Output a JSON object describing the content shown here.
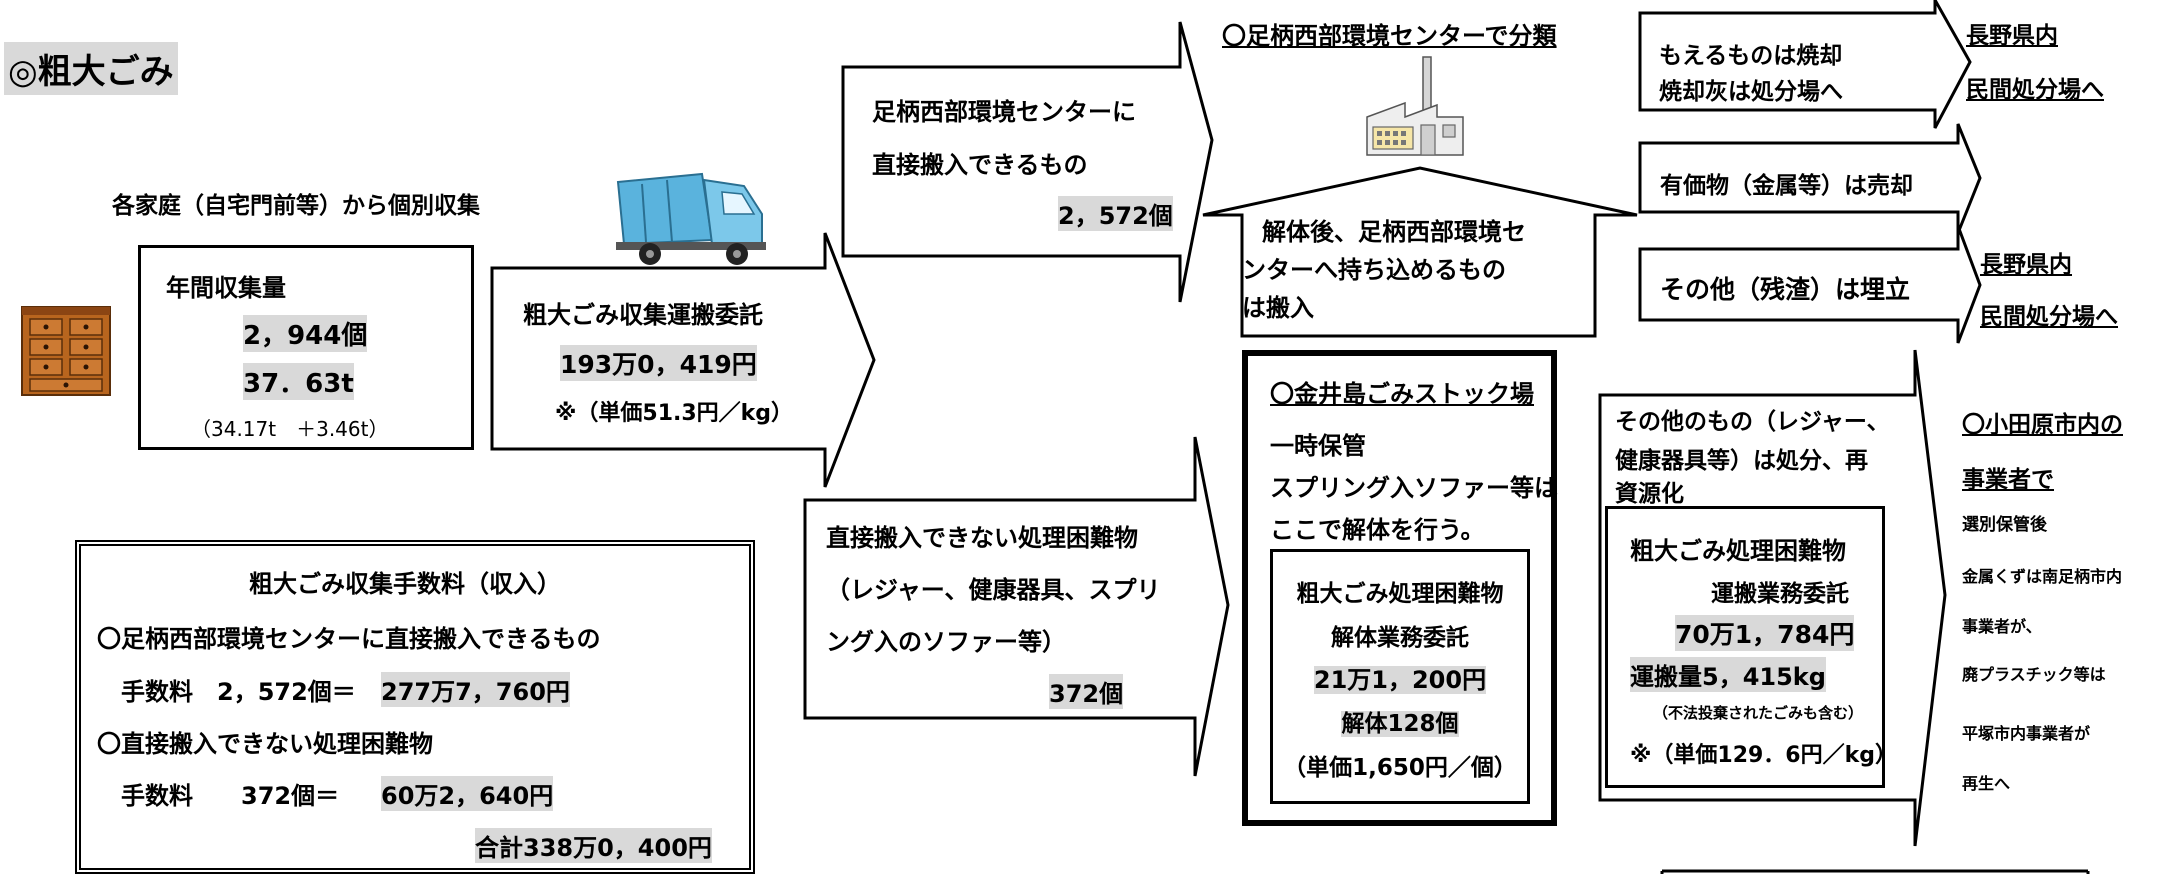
{
  "title": "◎粗大ごみ",
  "collection": {
    "heading": "各家庭（自宅門前等）から個別収集",
    "annual_label": "年間収集量",
    "annual_count": "2，944個",
    "annual_weight": "37．63t",
    "annual_breakdown": "（34.17t　＋3.46t）"
  },
  "transport": {
    "label": "粗大ごみ収集運搬委託",
    "amount": "193万0，419円",
    "unit_price": "※（単価51.3円／kg）"
  },
  "fees": {
    "title": "粗大ごみ収集手数料（収入）",
    "line1": "〇足柄西部環境センターに直接搬入できるもの",
    "line2_prefix": "手数料　2，572個＝",
    "line2_amount": "277万7，760円",
    "line3": "〇直接搬入できない処理困難物",
    "line4_prefix": "手数料　　372個＝",
    "line4_amount": "60万2，640円",
    "total": "合計338万0，400円"
  },
  "direct": {
    "line1": "足柄西部環境センターに",
    "line2": "直接搬入できるもの",
    "count": "2，572個"
  },
  "difficult": {
    "line1": "直接搬入できない処理困難物",
    "line2": "（レジャー、健康器具、スプリ",
    "line3": "ング入のソファー等）",
    "count": "372個"
  },
  "center": {
    "heading": "〇足柄西部環境センターで分類",
    "return_line1": "解体後、足柄西部環境セ",
    "return_line2": "ンターへ持ち込めるもの",
    "return_line3": "は搬入"
  },
  "outcomes": {
    "burn_line1": "もえるものは焼却",
    "burn_line2": "焼却灰は処分場へ",
    "dest1_line1": "長野県内",
    "dest1_line2": "民間処分場へ",
    "valuables": "有価物（金属等）は売却",
    "landfill": "その他（残渣）は埋立",
    "dest2_line1": "長野県内",
    "dest2_line2": "民間処分場へ"
  },
  "stock": {
    "heading": "〇金井島ごみストック場",
    "line1": "一時保管",
    "line2": "スプリング入ソファー等は",
    "line3": "ここで解体を行う。",
    "inner_line1": "粗大ごみ処理困難物",
    "inner_line2": "解体業務委託",
    "inner_amount": "21万1，200円",
    "inner_count": "解体128個",
    "inner_unit": "（単価1,650円／個）"
  },
  "other": {
    "line1": "その他のもの（レジャー、",
    "line2": "健康器具等）は処分、再",
    "line3": "資源化",
    "box_line1": "粗大ごみ処理困難物",
    "box_line2": "運搬業務委託",
    "box_amount": "70万1，784円",
    "box_volume": "運搬量5，415kg",
    "box_note": "（不法投棄されたごみも含む）",
    "box_unit": "※（単価129．6円／kg）"
  },
  "odawara": {
    "line1": "〇小田原市内の",
    "line2": "事業者で",
    "line3": "選別保管後",
    "line4": "金属くずは南足柄市内",
    "line5": "事業者が、",
    "line6": "廃プラスチック等は",
    "line7": "平塚市内事業者が",
    "line8": "再生へ"
  }
}
